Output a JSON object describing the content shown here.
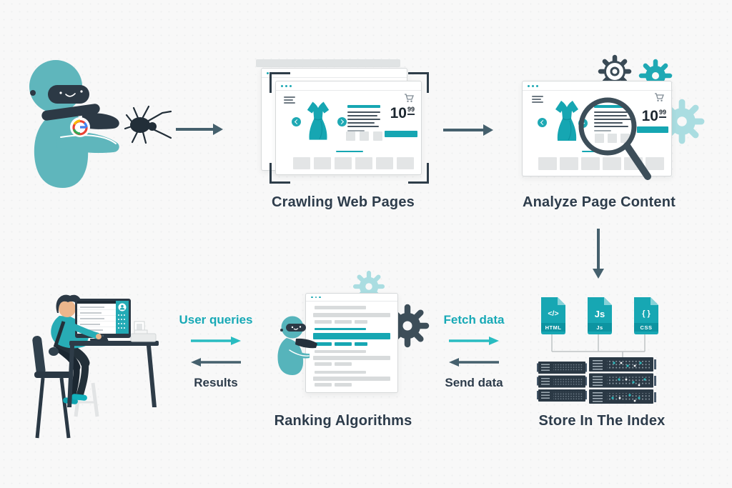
{
  "steps": {
    "crawling": {
      "label": "Crawling Web Pages"
    },
    "analyze": {
      "label": "Analyze Page Content"
    },
    "ranking": {
      "label": "Ranking Algorithms"
    },
    "store": {
      "label": "Store In The Index"
    }
  },
  "flows": {
    "user_queries": {
      "label": "User queries"
    },
    "results": {
      "label": "Results"
    },
    "fetch_data": {
      "label": "Fetch data"
    },
    "send_data": {
      "label": "Send data"
    }
  },
  "product_page": {
    "price_whole": "10",
    "price_fraction": "99"
  },
  "index_files": [
    {
      "symbol": "</>",
      "label": "HTML"
    },
    {
      "symbol": "Js",
      "label": "Js"
    },
    {
      "symbol": "{ }",
      "label": "CSS"
    }
  ],
  "colors": {
    "background": "#f8f8f8",
    "teal": "#17a7b3",
    "teal_soft": "#5fb6bc",
    "teal_light": "#aadde1",
    "teal_text": "#17a9b6",
    "teal_arrow": "#29bcc1",
    "slate": "#2d3c4b",
    "slate_arrow": "#45606d",
    "google_blue": "#4285F4",
    "google_red": "#EA4335",
    "google_yellow": "#FBBC05",
    "google_green": "#34A853"
  }
}
